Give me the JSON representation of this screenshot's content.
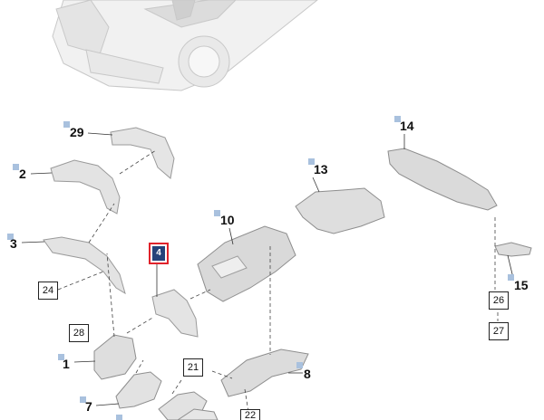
{
  "callouts": {
    "c1": "1",
    "c2": "2",
    "c3": "3",
    "c7": "7",
    "c8": "8",
    "c10": "10",
    "c13": "13",
    "c14": "14",
    "c15": "15",
    "c29": "29"
  },
  "boxed_refs": {
    "b21": "21",
    "b22": "22",
    "b24": "24",
    "b26": "26",
    "b27": "27",
    "b28": "28"
  },
  "selected_part": "4",
  "colors": {
    "selected_border": "#e0232b",
    "selected_fill": "#24427a",
    "tag": "#a9c1de"
  }
}
